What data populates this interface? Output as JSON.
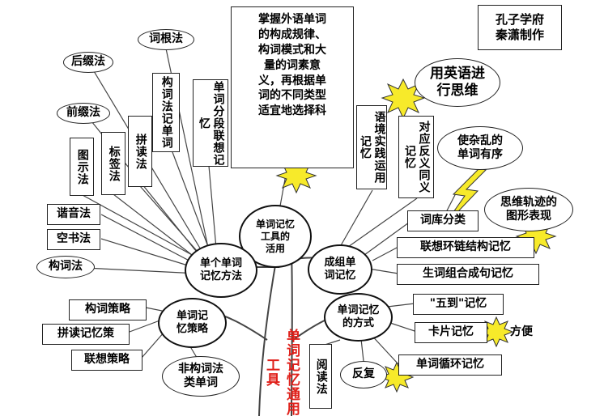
{
  "credit": "孔子学府\n秦潇制作",
  "center": "掌握外语单词\n的构成规律、\n构词模式和大\n量的词素意\n义，再根据单\n词的不同类型\n适宜地选择科",
  "trunk": "单词记忆通用工具",
  "ovals": {
    "tool": "单词记忆\n工具的\n活用",
    "single": "单个单词\n记忆方法",
    "group": "成组单\n词记忆",
    "strategy": "单词记\n忆策略",
    "method": "单词记忆\n的方式"
  },
  "left_boxes": {
    "root": "词根法",
    "suffix": "后缀法",
    "prefix": "前缀法",
    "picture": "图示法",
    "label": "标签法",
    "spell": "拼读法",
    "word_form": "构词法记单词",
    "segment": "单词分段联想记忆",
    "homophone": "谐音法",
    "air_write": "空书法",
    "word_formation": "构词法"
  },
  "strategy_boxes": {
    "formation": "构词策略",
    "spelling": "拼读记忆策",
    "association": "联想策略",
    "non_formation": "非构词法\n类单词"
  },
  "right_boxes": {
    "context": "语境实践运用记忆",
    "antonym": "对应反义同义记忆",
    "bank": "词库分类",
    "chain": "联想环链结构记忆",
    "sentence": "生词组合成句记忆",
    "five": "\"五到\"记忆",
    "card": "卡片记忆",
    "cycle": "单词循环记忆",
    "read": "阅读法"
  },
  "callouts": {
    "english": "用英语进\n行思维",
    "order": "使杂乱的\n单词有序",
    "graph": "思维轨迹的\n图形表现",
    "repeat": "反复",
    "convenient": "方便"
  }
}
